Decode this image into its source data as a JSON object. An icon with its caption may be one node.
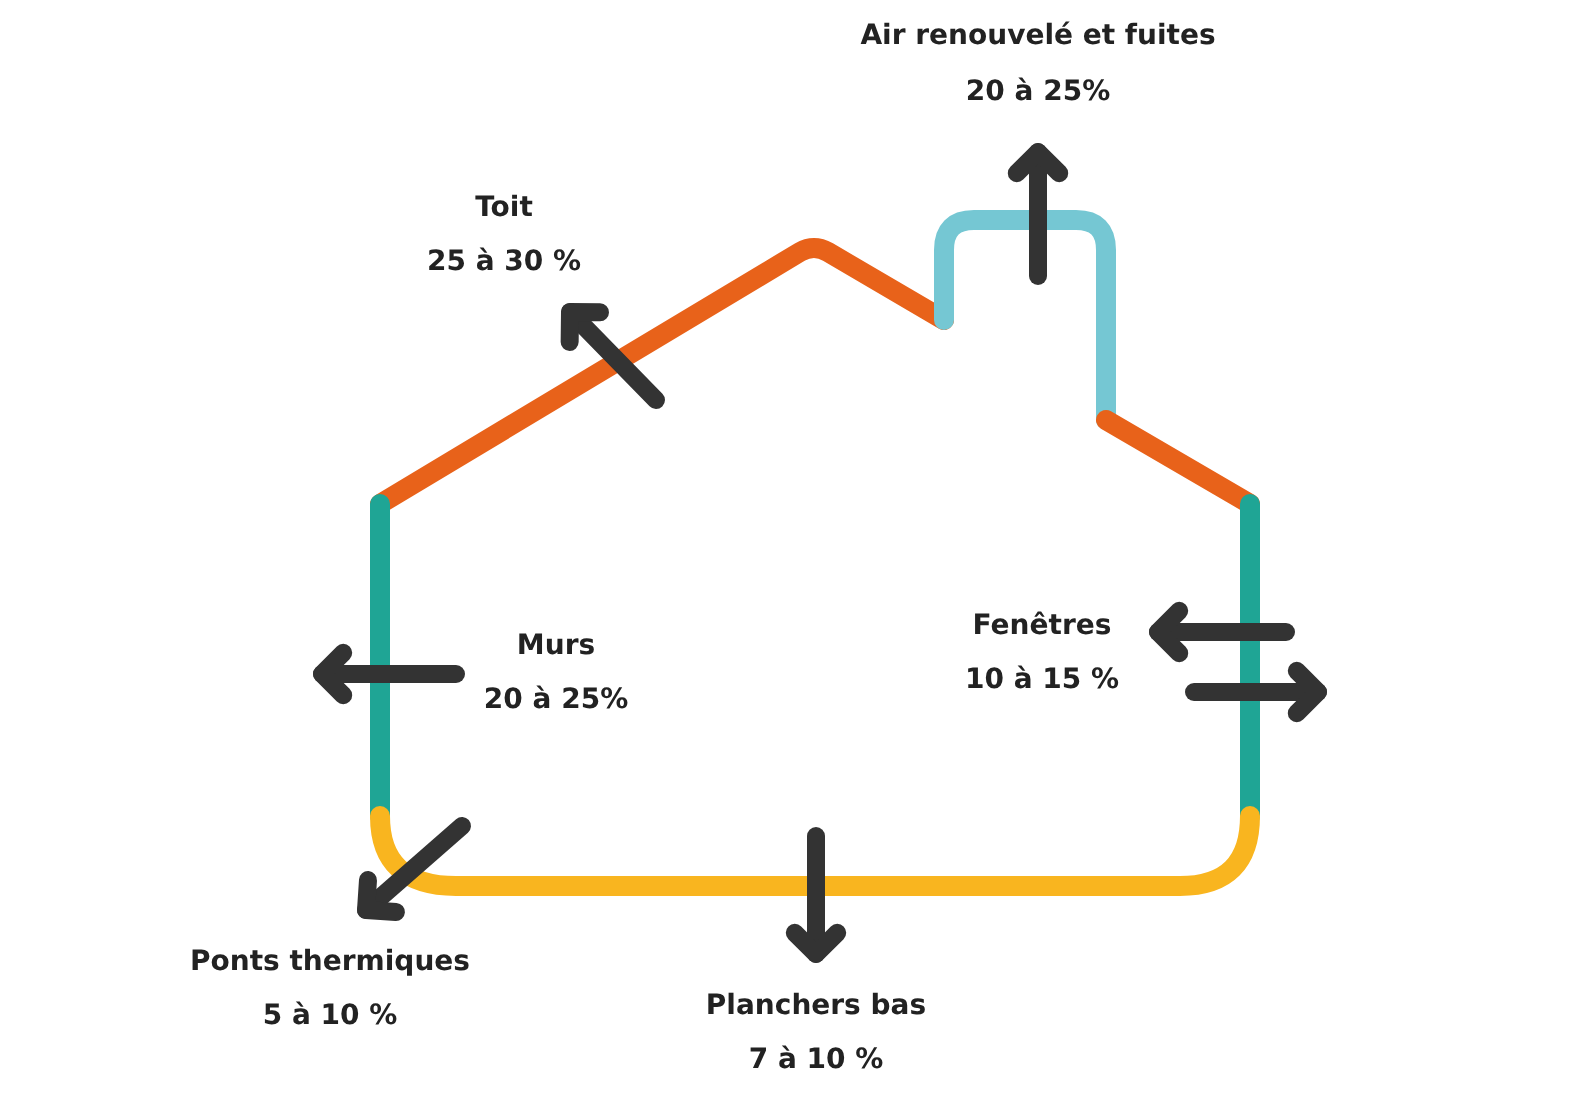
{
  "diagram": {
    "labels": [
      "Air renouvelé et fuites",
      "20 à 25%",
      "Toit",
      "25 à 30 %",
      "Murs",
      "20 à 25%",
      "Fenêtres",
      "10 à 15 %",
      "Ponts thermiques",
      "5 à 10 %",
      "Planchers bas",
      "7 à 10 %"
    ]
  }
}
